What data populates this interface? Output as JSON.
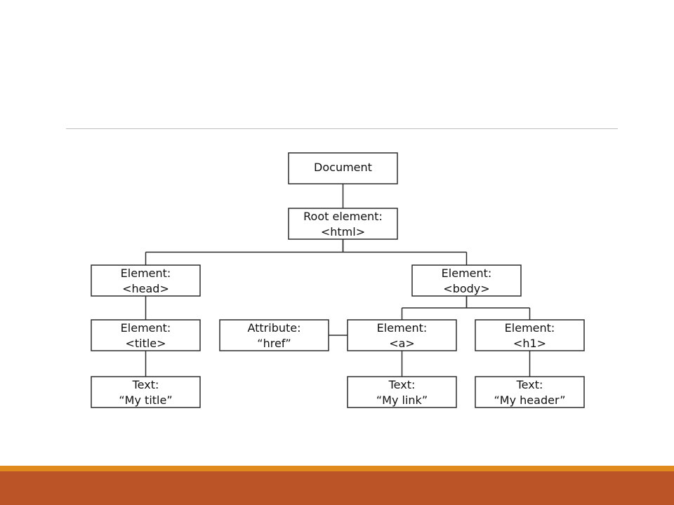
{
  "diagram": {
    "type": "tree",
    "nodes": [
      {
        "id": "document",
        "lines": [
          "Document"
        ]
      },
      {
        "id": "root",
        "lines": [
          "Root element:",
          "<html>"
        ]
      },
      {
        "id": "head",
        "lines": [
          "Element:",
          "<head>"
        ]
      },
      {
        "id": "body",
        "lines": [
          "Element:",
          "<body>"
        ]
      },
      {
        "id": "title",
        "lines": [
          "Element:",
          "<title>"
        ]
      },
      {
        "id": "href",
        "lines": [
          "Attribute:",
          "“href”"
        ]
      },
      {
        "id": "a",
        "lines": [
          "Element:",
          "<a>"
        ]
      },
      {
        "id": "h1",
        "lines": [
          "Element:",
          "<h1>"
        ]
      },
      {
        "id": "text-title",
        "lines": [
          "Text:",
          "“My title”"
        ]
      },
      {
        "id": "text-link",
        "lines": [
          "Text:",
          "“My link”"
        ]
      },
      {
        "id": "text-header",
        "lines": [
          "Text:",
          "“My header”"
        ]
      }
    ],
    "edges": [
      [
        "document",
        "root"
      ],
      [
        "root",
        "head"
      ],
      [
        "root",
        "body"
      ],
      [
        "head",
        "title"
      ],
      [
        "title",
        "text-title"
      ],
      [
        "body",
        "a"
      ],
      [
        "body",
        "h1"
      ],
      [
        "href",
        "a"
      ],
      [
        "a",
        "text-link"
      ],
      [
        "h1",
        "text-header"
      ]
    ]
  },
  "colors": {
    "divider": "#bfbfbf",
    "accent_gold": "#e08a1e",
    "accent_rust": "#bb5427",
    "box_stroke": "#2b2b2b"
  }
}
